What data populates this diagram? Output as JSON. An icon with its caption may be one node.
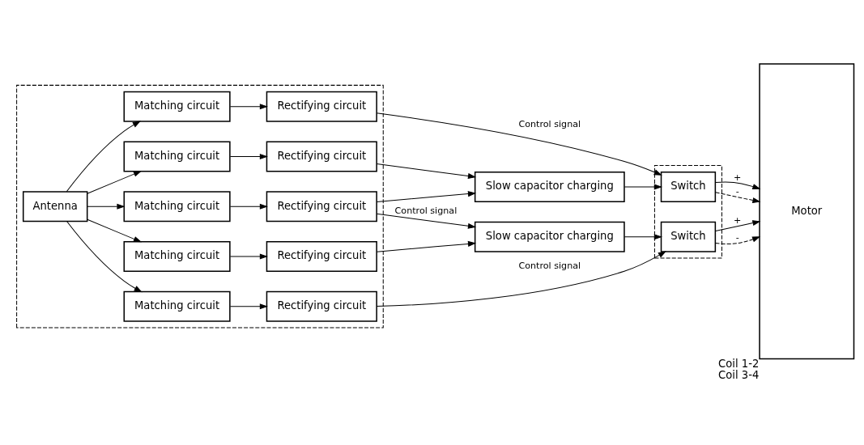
{
  "diagram": {
    "nodes": [
      {
        "text": [],
        "shape": "box"
      },
      {
        "text": [
          "Antenna"
        ],
        "in": 0
      },
      {
        "text": [
          "Matching circuit"
        ],
        "in": 0
      },
      {
        "text": [
          "Rectifying circuit"
        ],
        "in": 0
      },
      {
        "text": [
          "Matching circuit"
        ],
        "in": 0
      },
      {
        "text": [
          "Rectifying circuit"
        ],
        "in": 0
      },
      {
        "text": [
          "Matching circuit"
        ],
        "in": 0
      },
      {
        "text": [
          "Rectifying circuit"
        ],
        "in": 0
      },
      {
        "text": [
          "Matching circuit"
        ],
        "in": 0
      },
      {
        "text": [
          "Rectifying circuit"
        ],
        "in": 0
      },
      {
        "text": [
          "Matching circuit"
        ],
        "in": 0
      },
      {
        "text": [
          "Rectifying circuit"
        ],
        "in": 0
      },
      {
        "text": [
          "Slow capacitor charging"
        ]
      },
      {
        "text": [
          "Slow capacitor charging"
        ]
      },
      {
        "text": [],
        "shape": "box"
      },
      {
        "text": [
          "Switch"
        ],
        "in": 14
      },
      {
        "text": [
          "Switch"
        ],
        "in": 14
      },
      {
        "text": [
          "Motor"
        ],
        "beside": [
          "Coil 1-2",
          "Coil 3-4"
        ]
      }
    ],
    "edges": [
      {
        "from": 1,
        "to": 2,
        "arrow": "to"
      },
      {
        "from": 1,
        "to": 4,
        "arrow": "to"
      },
      {
        "from": 1,
        "to": 6,
        "arrow": "to"
      },
      {
        "from": 1,
        "to": 8,
        "arrow": "to"
      },
      {
        "from": 1,
        "to": 10,
        "arrow": "to"
      },
      {
        "from": 2,
        "to": 3,
        "arrow": "to"
      },
      {
        "from": 4,
        "to": 5,
        "arrow": "to"
      },
      {
        "from": 6,
        "to": 7,
        "arrow": "to"
      },
      {
        "from": 8,
        "to": 9,
        "arrow": "to"
      },
      {
        "from": 10,
        "to": 11,
        "arrow": "to"
      },
      {
        "from": 3,
        "to": 15,
        "arrow": "to",
        "label": "Control signal"
      },
      {
        "from": 5,
        "to": 12,
        "arrow": "to"
      },
      {
        "from": 7,
        "to": 12,
        "arrow": "to"
      },
      {
        "from": 7,
        "to": 13,
        "arrow": "to",
        "label": "Control signal"
      },
      {
        "from": 9,
        "to": 13,
        "arrow": "to"
      },
      {
        "from": 11,
        "to": 16,
        "arrow": "to",
        "label": "Control signal"
      },
      {
        "from": 12,
        "to": 15,
        "arrow": "to"
      },
      {
        "from": 13,
        "to": 16,
        "arrow": "to"
      },
      {
        "from": 15,
        "to": 17,
        "arrow": "to",
        "label": "+"
      },
      {
        "from": 15,
        "to": 17,
        "arrow": "to",
        "label": "-",
        "style": "dashed"
      },
      {
        "from": 16,
        "to": 17,
        "arrow": "to",
        "label": "+"
      },
      {
        "from": 16,
        "to": 17,
        "arrow": "to",
        "label": "-",
        "style": "dashed"
      }
    ]
  }
}
